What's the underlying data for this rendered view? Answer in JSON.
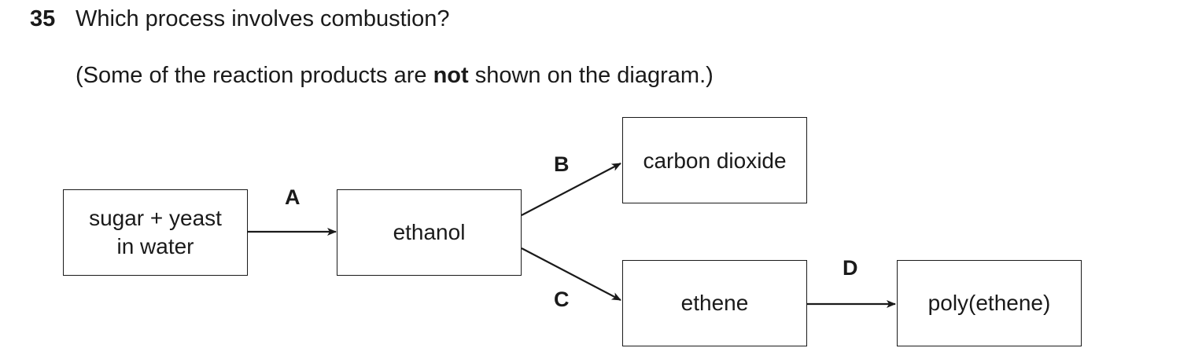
{
  "question": {
    "number": "35",
    "text": "Which process involves combustion?",
    "note_before": "(Some of the reaction products are ",
    "note_bold": "not",
    "note_after": " shown on the diagram.)"
  },
  "diagram": {
    "boxes": {
      "sugar": "sugar + yeast\nin water",
      "ethanol": "ethanol",
      "co2": "carbon dioxide",
      "ethene": "ethene",
      "poly": "poly(ethene)"
    },
    "labels": {
      "A": "A",
      "B": "B",
      "C": "C",
      "D": "D"
    }
  }
}
